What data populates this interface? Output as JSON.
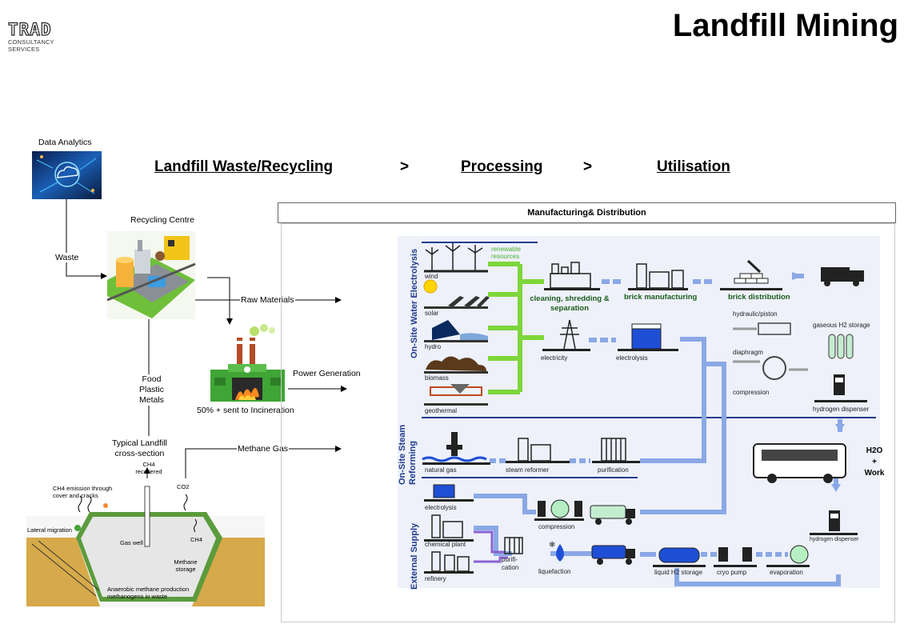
{
  "header": {
    "logo_text": "TRAD",
    "logo_sub": "CONSULTANCY SERVICES",
    "title": "Landfill Mining"
  },
  "flow": {
    "stage1": "Landfill Waste/Recycling",
    "sep1": ">",
    "stage2": "Processing",
    "sep2": ">",
    "stage3": "Utilisation"
  },
  "left": {
    "data_analytics": "Data Analytics",
    "recycling_centre": "Recycling Centre",
    "waste": "Waste",
    "raw_materials": "Raw Materials",
    "food": "Food",
    "plastic": "Plastic",
    "metals": "Metals",
    "power_generation": "Power Generation",
    "incineration": "50% + sent to Incineration",
    "methane_gas": "Methane Gas",
    "landfill_title_1": "Typical Landfill",
    "landfill_title_2": "cross-section"
  },
  "landfill": {
    "ch4_recovered": "CH4 recovered",
    "ch4_emission": "CH4 emission through cover and cracks",
    "co2": "CO2",
    "lateral_migration": "Lateral migration",
    "gas_well": "Gas well",
    "ch4": "CH4",
    "methane_storage": "Methane storage",
    "anaerobic": "Anaerobic methane production methanogens in waste"
  },
  "manufacturing": {
    "title": "Manufacturing& Distribution",
    "sections": {
      "electrolysis": "On-Site Water Electrolysis",
      "steam": "On-Site Steam Reforming",
      "external": "External Supply"
    },
    "renewable": "renewable resources",
    "sources": [
      "wind",
      "solar",
      "hydro",
      "biomass",
      "geothermal"
    ],
    "cleaning": "cleaning, shredding & separation",
    "brick_manufacturing": "brick manufacturing",
    "brick_distribution": "brick distribution",
    "electricity": "electricity",
    "electrolysis": "electrolysis",
    "hydraulic": "hydraulic/piston",
    "diaphragm": "diaphragm",
    "compression": "compression",
    "gaseous_storage": "gaseous H2 storage",
    "hydrogen_dispenser": "hydrogen dispenser",
    "h2o": "H2O",
    "plus": "+",
    "work": "Work",
    "natural_gas": "natural gas",
    "steam_reformer": "steam reformer",
    "purification": "purification",
    "ext_electrolysis": "electrolysis",
    "chemical_plant": "chemical plant",
    "refinery": "refinery",
    "purifi": "purifi-",
    "cation": "cation",
    "ext_compression": "compression",
    "liquefaction": "liquefaction",
    "liquid_storage": "liquid H2 storage",
    "cryo_pump": "cryo pump",
    "evaporation": "evaporation",
    "dispenser2": "hydrogen dispenser"
  },
  "colors": {
    "green": "#7dd63b",
    "blue": "#8aa8e6",
    "navy": "#1f3b8c"
  }
}
